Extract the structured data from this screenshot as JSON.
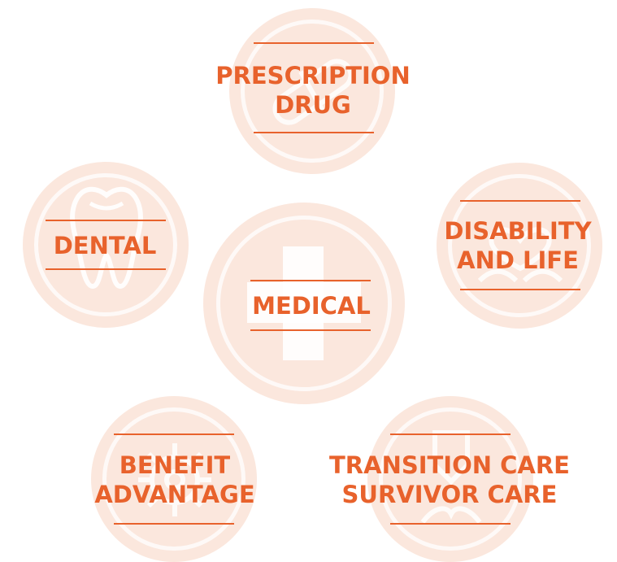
{
  "colors": {
    "accent": "#e8622c",
    "circle_fill": "#fbe7dd"
  },
  "nodes": {
    "prescription": {
      "line1": "PRESCRIPTION",
      "line2": "DRUG",
      "icon": "pill-icon"
    },
    "dental": {
      "line1": "DENTAL",
      "icon": "tooth-icon"
    },
    "disability": {
      "line1": "DISABILITY",
      "line2": "AND LIFE",
      "icon": "heart-hands-icon"
    },
    "medical": {
      "line1": "MEDICAL",
      "icon": "medical-cross-icon"
    },
    "benefit": {
      "line1": "BENEFIT",
      "line2": "ADVANTAGE",
      "icon": "gear-icon"
    },
    "transition": {
      "line1": "TRANSITION CARE",
      "line2": "SURVIVOR CARE",
      "icon": "care-icon"
    }
  }
}
